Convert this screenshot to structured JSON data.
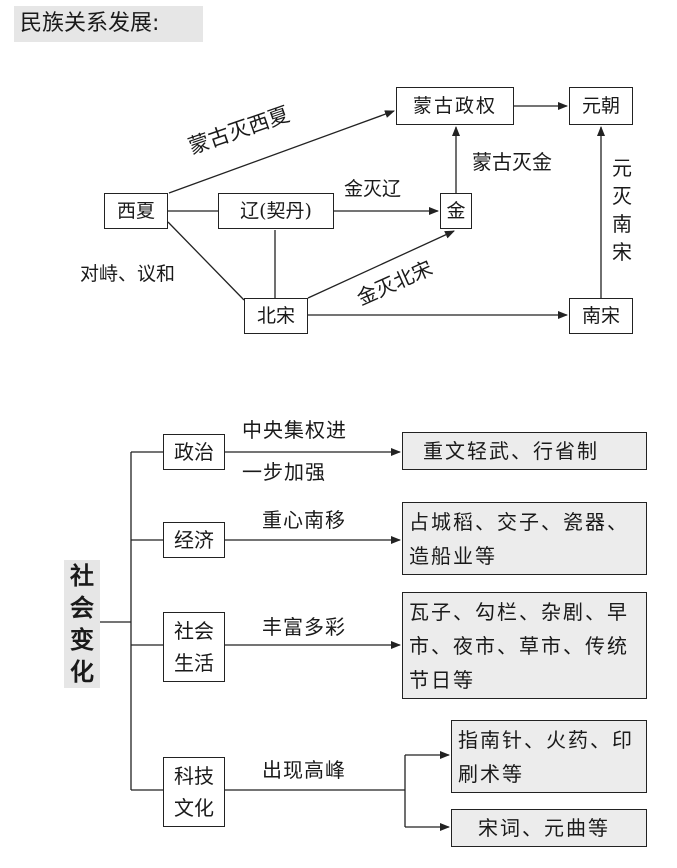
{
  "title": "民族关系发展:",
  "top": {
    "nodes": {
      "xixia": "西夏",
      "liao": "辽(契丹)",
      "beisong": "北宋",
      "jin": "金",
      "menggu": "蒙古政权",
      "yuan": "元朝",
      "nansong": "南宋"
    },
    "labels": {
      "menggu_mie_xixia": "蒙古灭西夏",
      "jin_mie_liao": "金灭辽",
      "jin_mie_beisong": "金灭北宋",
      "menggu_mie_jin": "蒙古灭金",
      "yuan_mie_nansong": "元灭南宋",
      "duizhi": "对峙、议和"
    }
  },
  "bottom": {
    "root": "社会变化",
    "branches": [
      {
        "name": "政治",
        "label_line1": "中央集权进",
        "label_line2": "一步加强",
        "results": [
          "重文轻武、行省制"
        ]
      },
      {
        "name": "经济",
        "label": "重心南移",
        "results": [
          "占城稻、交子、瓷器、造船业等"
        ]
      },
      {
        "name_line1": "社会",
        "name_line2": "生活",
        "label": "丰富多彩",
        "results": [
          "瓦子、勾栏、杂剧、早市、夜市、草市、传统节日等"
        ]
      },
      {
        "name_line1": "科技",
        "name_line2": "文化",
        "label": "出现高峰",
        "results": [
          "指南针、火药、印刷术等",
          "宋词、元曲等"
        ]
      }
    ]
  }
}
